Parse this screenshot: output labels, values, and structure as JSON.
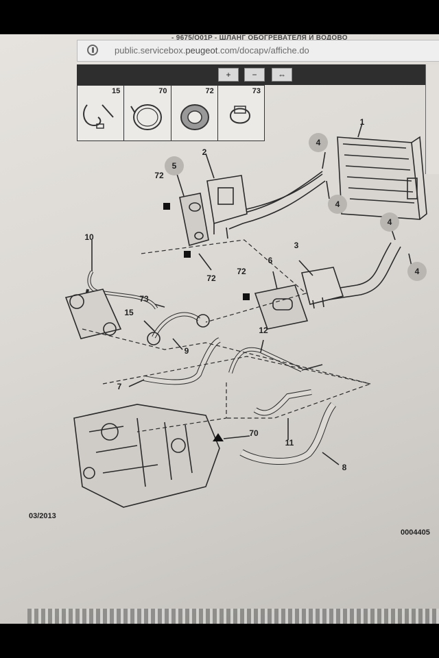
{
  "document": {
    "header_text": "- 9675/Q01P - ШЛАНГ ОБОГРЕВАТЕЛЯ И ВОДОВО",
    "url": {
      "domain_prefix": "public.servicebox.",
      "domain_bold": "peugeot",
      "domain_rest": ".com/docapv/affiche.do"
    },
    "toolbar": {
      "zoom_in": "+",
      "zoom_out": "−",
      "zoom_fit": "⇔"
    },
    "thumbnails": [
      {
        "number": "15",
        "icon": "hose-clip-icon"
      },
      {
        "number": "70",
        "icon": "clamp-band-icon"
      },
      {
        "number": "72",
        "icon": "seal-ring-icon"
      },
      {
        "number": "73",
        "icon": "spring-clip-icon"
      }
    ],
    "callouts": {
      "c1": "1",
      "c2": "2",
      "c3": "3",
      "c4a": "4",
      "c4b": "4",
      "c4c": "4",
      "c4d": "4",
      "c5": "5",
      "c6": "6",
      "c7": "7",
      "c8": "8",
      "c9": "9",
      "c10": "10",
      "c11": "11",
      "c12": "12",
      "c15": "15",
      "c70": "70",
      "c72a": "72",
      "c72b": "72",
      "c72c": "72",
      "c73": "73"
    },
    "date": "03/2013",
    "reference": "0004405"
  }
}
